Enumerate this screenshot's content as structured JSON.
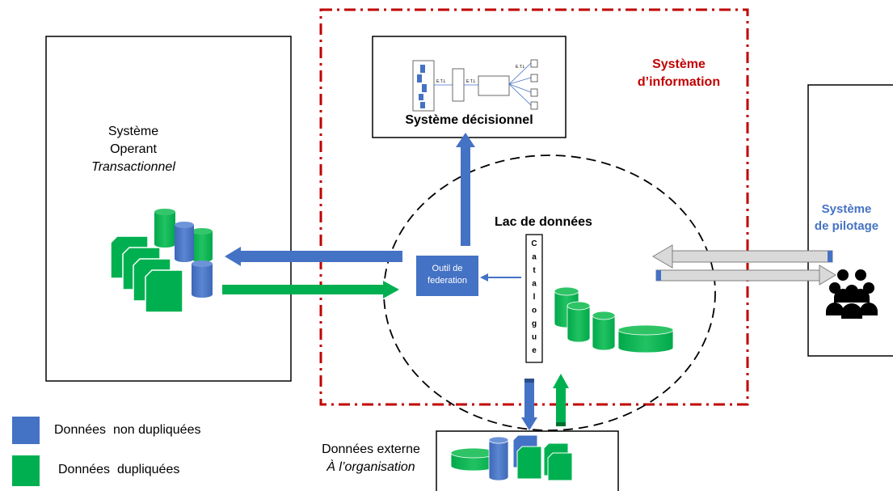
{
  "colors": {
    "blue": "#4472C4",
    "green": "#00B050",
    "red": "#C00000",
    "pilot_blue": "#4472C4",
    "grey_arrow": "#D9D9D9",
    "black": "#000000"
  },
  "operant": {
    "line1": "Système",
    "line2": "Operant",
    "line3": "Transactionnel"
  },
  "info_system": {
    "line1": "Système",
    "line2": "d’information"
  },
  "decisional": {
    "label": "Système décisionnel",
    "etl_labels": [
      "E.T.L",
      "E.T.L",
      "E.T.L"
    ]
  },
  "lake": {
    "label": "Lac de données",
    "catalogue_letters": [
      "C",
      "a",
      "t",
      "a",
      "l",
      "o",
      "g",
      "u",
      "e"
    ]
  },
  "federation": {
    "line1": "Outil de",
    "line2": "federation"
  },
  "pilotage": {
    "line1": "Système",
    "line2": "de pilotage"
  },
  "external": {
    "line1": "Données externe",
    "line2": "À l’organisation"
  },
  "legend": {
    "items": [
      {
        "label": "Données  non dupliquées",
        "color": "#4472C4"
      },
      {
        "label": "Données  dupliquées",
        "color": "#00B050"
      }
    ]
  },
  "icons": {
    "people": "people-group-icon",
    "cylinder": "database-cylinder-icon",
    "document": "document-icon"
  }
}
